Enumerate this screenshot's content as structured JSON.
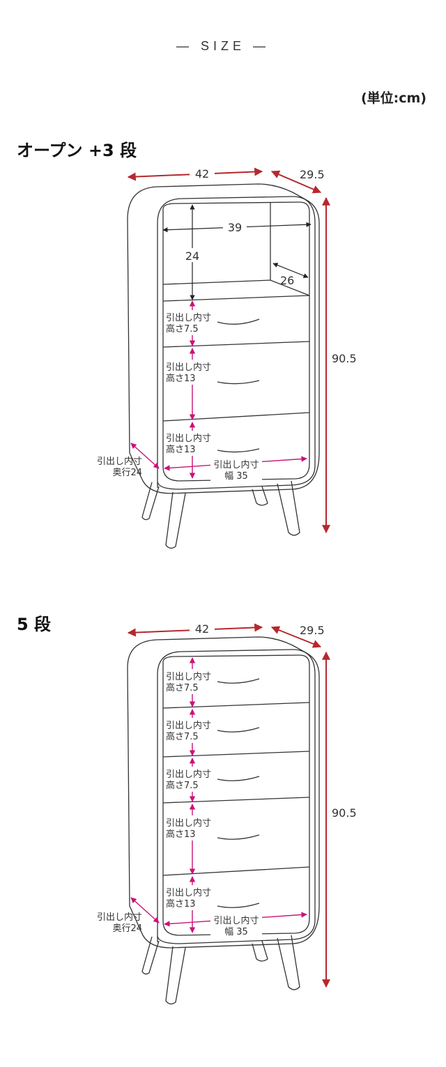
{
  "header": {
    "title": "—  SIZE  —",
    "unit": "(単位:cm)"
  },
  "colors": {
    "outer_arrow": "#b5282e",
    "inner_arrow": "#c8127a",
    "line": "#333333"
  },
  "sections": [
    {
      "heading": "オープン +3 段",
      "width": "42",
      "depth": "29.5",
      "height": "90.5",
      "open_width": "39",
      "open_height": "24",
      "open_depth": "26",
      "drawers": [
        {
          "label": "引出し内寸",
          "height_text": "高さ7.5"
        },
        {
          "label": "引出し内寸",
          "height_text": "高さ13"
        },
        {
          "label": "引出し内寸",
          "height_text": "高さ13"
        }
      ],
      "inner_depth": {
        "label": "引出し内寸",
        "value": "奥行24"
      },
      "inner_width": {
        "label": "引出し内寸",
        "value": "幅 35"
      }
    },
    {
      "heading": "5 段",
      "width": "42",
      "depth": "29.5",
      "height": "90.5",
      "drawers": [
        {
          "label": "引出し内寸",
          "height_text": "高さ7.5"
        },
        {
          "label": "引出し内寸",
          "height_text": "高さ7.5"
        },
        {
          "label": "引出し内寸",
          "height_text": "高さ7.5"
        },
        {
          "label": "引出し内寸",
          "height_text": "高さ13"
        },
        {
          "label": "引出し内寸",
          "height_text": "高さ13"
        }
      ],
      "inner_depth": {
        "label": "引出し内寸",
        "value": "奥行24"
      },
      "inner_width": {
        "label": "引出し内寸",
        "value": "幅 35"
      }
    }
  ]
}
